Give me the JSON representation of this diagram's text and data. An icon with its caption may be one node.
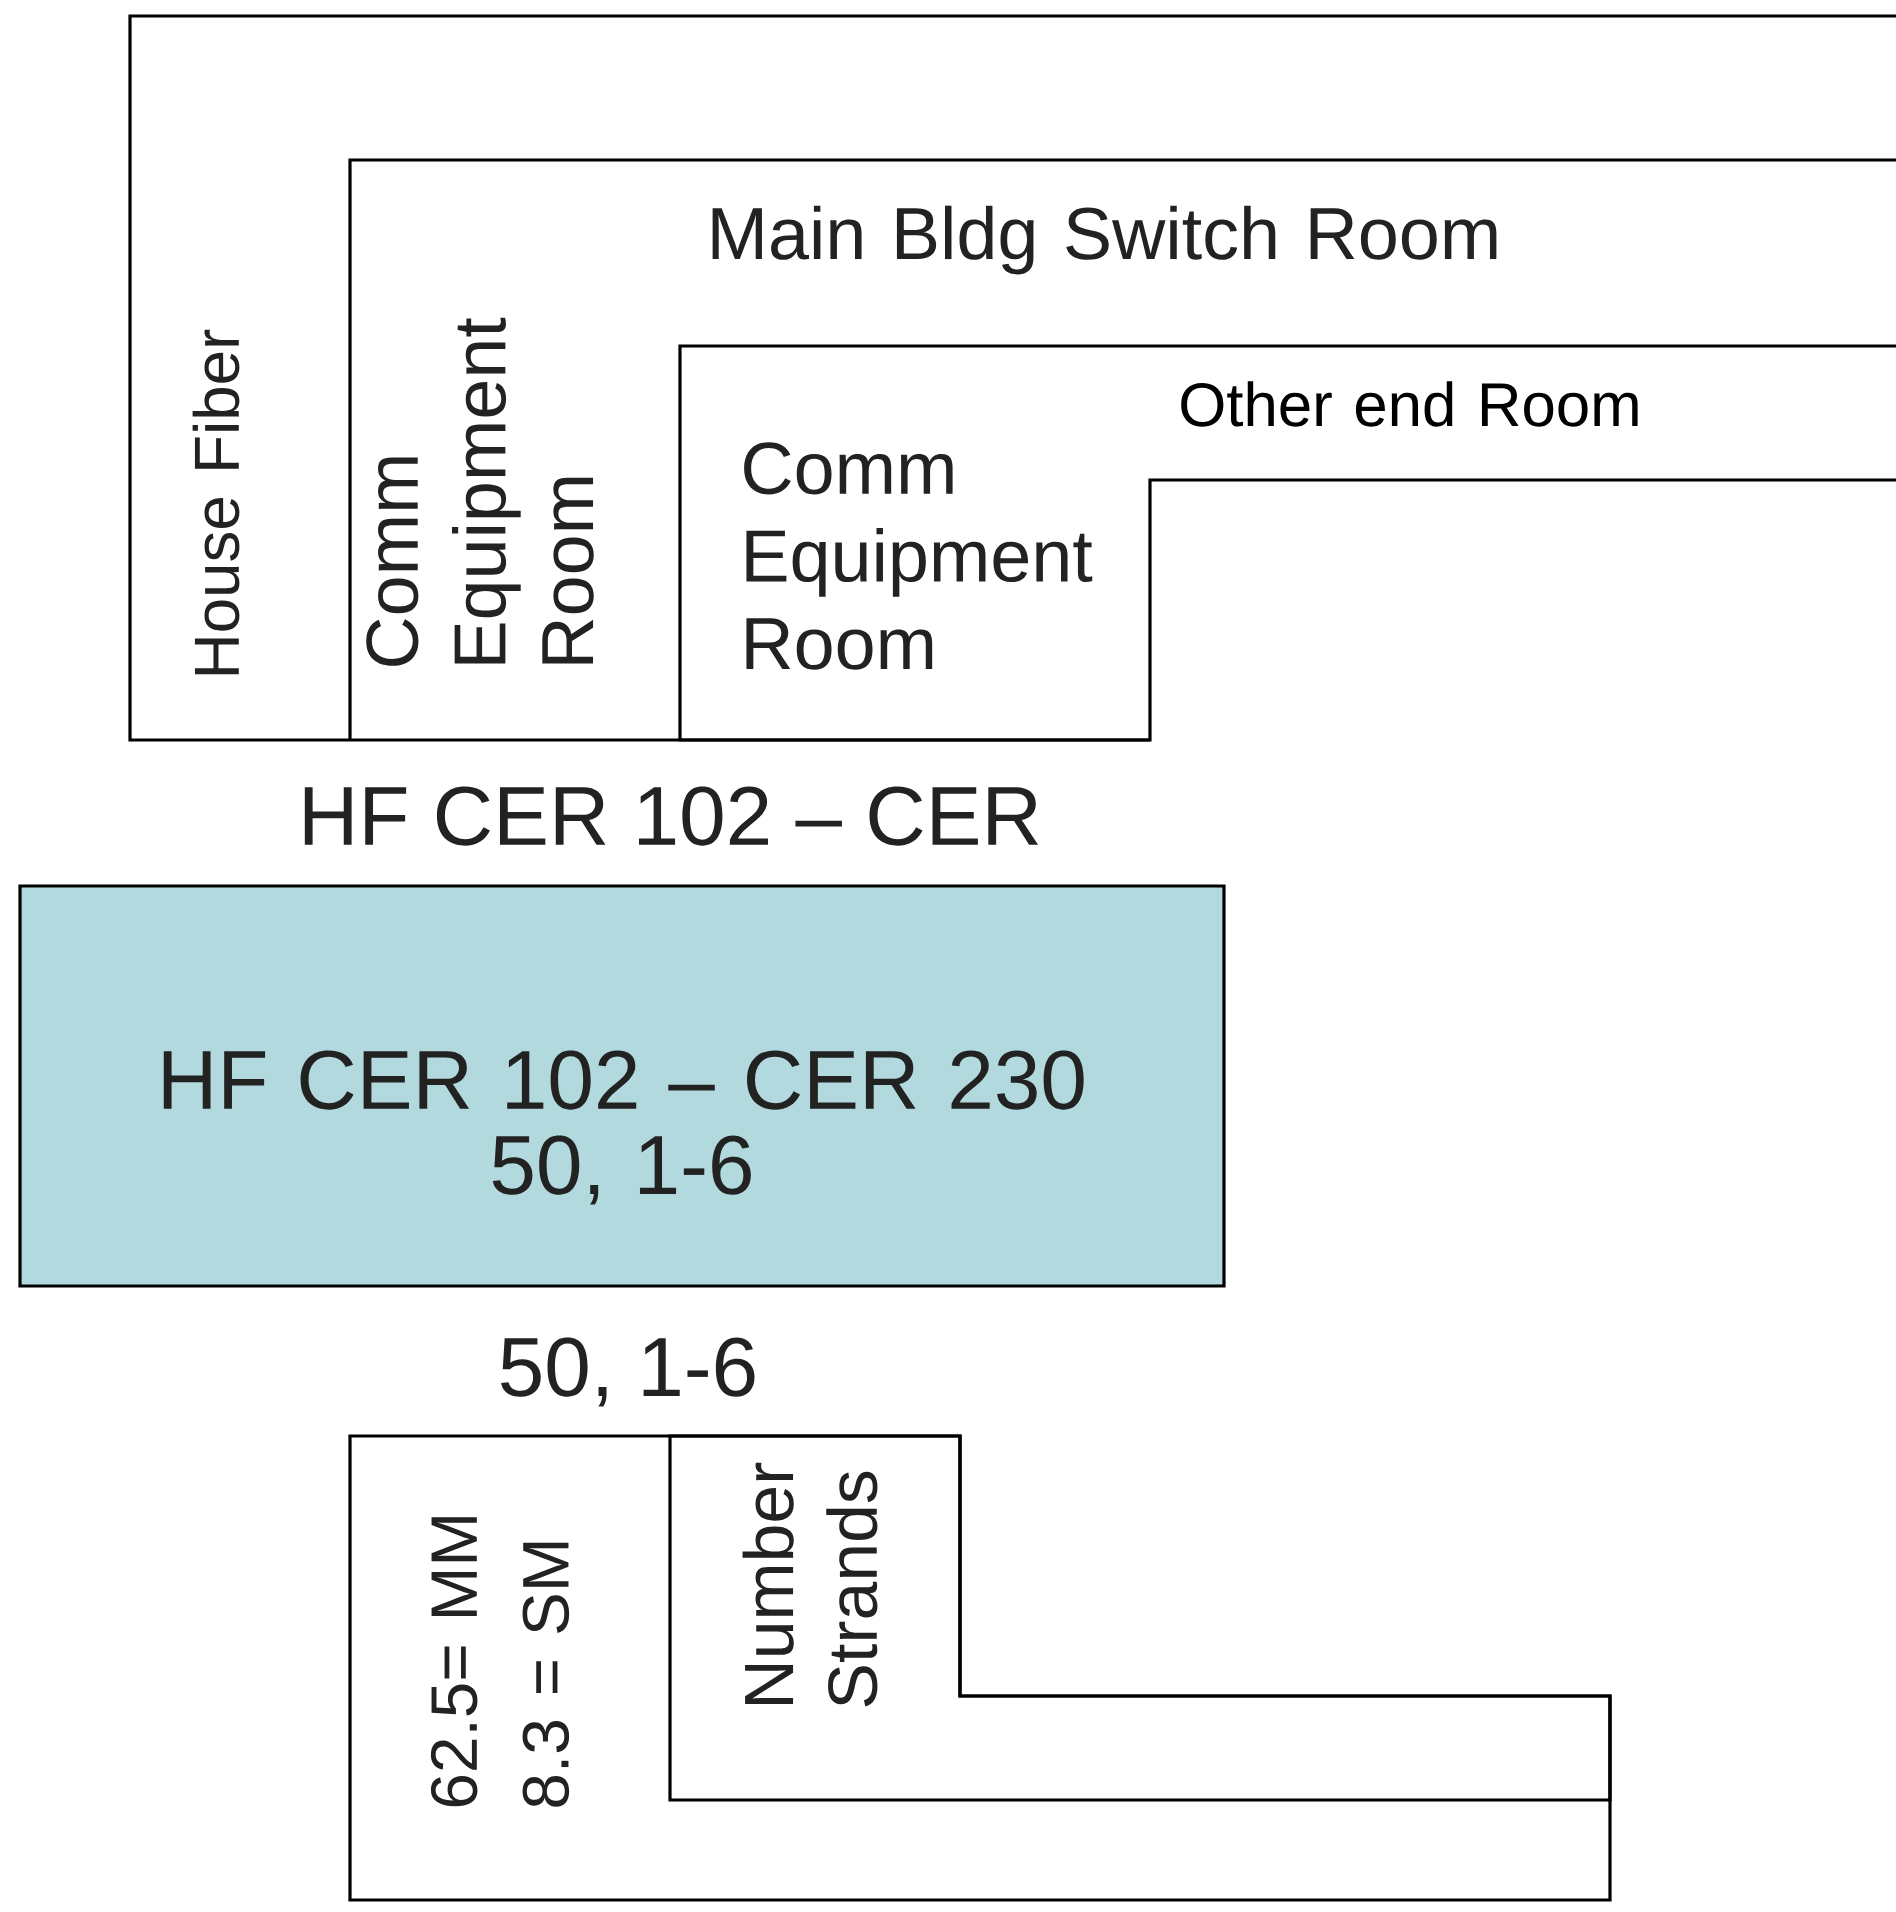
{
  "diagram": {
    "nodes": [
      {
        "text": [
          "House Fiber"
        ]
      },
      {
        "text": [
          "Comm Equipment Room",
          "Main Bldg Switch Room"
        ],
        "in": 0
      },
      {
        "text": [
          "Comm Equipment Room",
          "Other end Room"
        ],
        "in": 1
      },
      {
        "text": [
          "HF CER 102 – CER 230",
          "50, 1-6"
        ]
      },
      {
        "text": [
          "62.5= MM 8.3 = SM"
        ]
      },
      {
        "text": [
          "Number Strands"
        ],
        "in": 4
      }
    ],
    "labels": [
      "HF CER 102 – CER",
      "50, 1-6"
    ]
  }
}
